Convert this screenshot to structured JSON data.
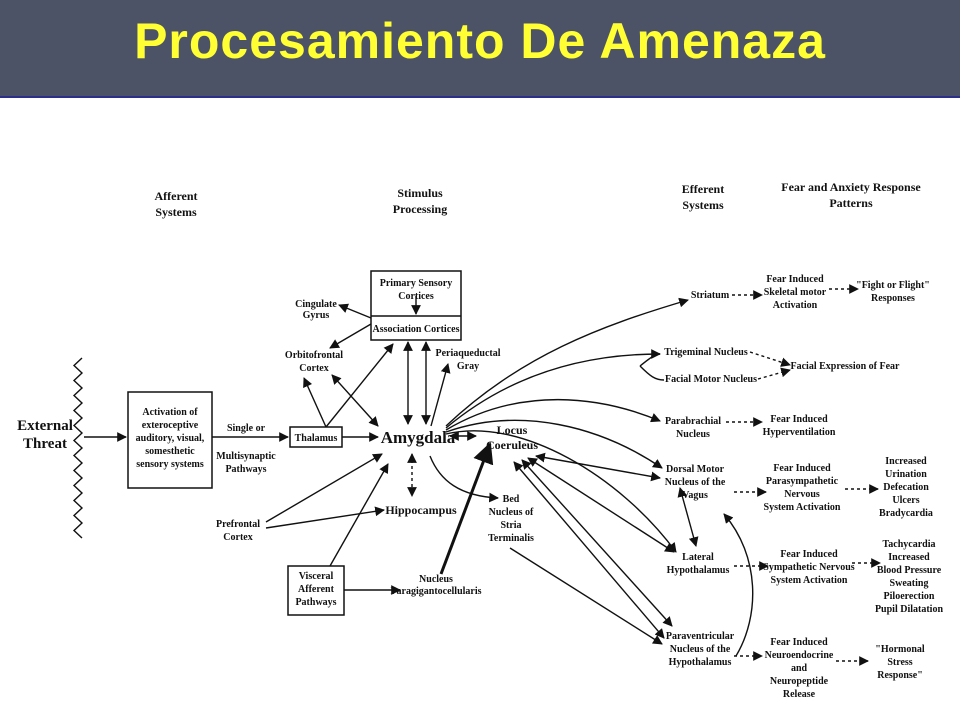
{
  "title": "Procesamiento De Amenaza",
  "columns": {
    "afferent": [
      "Afferent",
      "Systems"
    ],
    "stimulus": [
      "Stimulus",
      "Processing"
    ],
    "efferent": [
      "Efferent",
      "Systems"
    ],
    "response": [
      "Fear and Anxiety Response",
      "Patterns"
    ]
  },
  "nodes": {
    "external_threat": [
      "External",
      "Threat"
    ],
    "activation": [
      "Activation of",
      "exteroceptive",
      "auditory, visual,",
      "somesthetic",
      "sensory systems"
    ],
    "single_or": [
      "Single or"
    ],
    "multisynaptic": [
      "Multisynaptic",
      "Pathways"
    ],
    "thalamus": "Thalamus",
    "amygdala": "Amygdala",
    "primary_sensory": [
      "Primary Sensory",
      "Cortices"
    ],
    "association": "Association Cortices",
    "cingulate": [
      "Cingulate",
      "Gyrus"
    ],
    "orbitofrontal": [
      "Orbitofrontal",
      "Cortex"
    ],
    "periaqueductal": [
      "Periaqueductal",
      "Gray"
    ],
    "locus": [
      "Locus",
      "Coeruleus"
    ],
    "hippocampus": "Hippocampus",
    "bed_nucleus": [
      "Bed",
      "Nucleus of",
      "Stria",
      "Terminalis"
    ],
    "prefrontal": [
      "Prefrontal",
      "Cortex"
    ],
    "visceral": [
      "Visceral",
      "Afferent",
      "Pathways"
    ],
    "nucleus_para": [
      "Nucleus",
      "Paragigantocellularis"
    ],
    "striatum": "Striatum",
    "trigeminal": "Trigeminal Nucleus",
    "facial_motor": "Facial Motor Nucleus",
    "parabrachial": [
      "Parabrachial",
      "Nucleus"
    ],
    "dorsal_motor": [
      "Dorsal Motor",
      "Nucleus of the",
      "Vagus"
    ],
    "lateral_hypo": [
      "Lateral",
      "Hypothalamus"
    ],
    "paraventricular": [
      "Paraventricular",
      "Nucleus of the",
      "Hypothalamus"
    ]
  },
  "responses": {
    "skeletal": [
      "Fear Induced",
      "Skeletal motor",
      "Activation"
    ],
    "fight": [
      "\"Fight or Flight\"",
      "Responses"
    ],
    "facial_expression": "Facial Expression of Fear",
    "hyperventilation": [
      "Fear Induced",
      "Hyperventilation"
    ],
    "parasympathetic": [
      "Fear Induced",
      "Parasympathetic",
      "Nervous",
      "System Activation"
    ],
    "para_list": [
      "Increased",
      "Urination",
      "Defecation",
      "Ulcers",
      "Bradycardia"
    ],
    "sympathetic": [
      "Fear Induced",
      "Sympathetic Nervous",
      "System Activation"
    ],
    "symp_list": [
      "Tachycardia",
      "Increased",
      "Blood Pressure",
      "Sweating",
      "Piloerection",
      "Pupil Dilatation"
    ],
    "neuroendocrine": [
      "Fear Induced",
      "Neuroendocrine",
      "and",
      "Neuropeptide",
      "Release"
    ],
    "hormonal": [
      "\"Hormonal",
      "Stress",
      "Response\""
    ]
  }
}
